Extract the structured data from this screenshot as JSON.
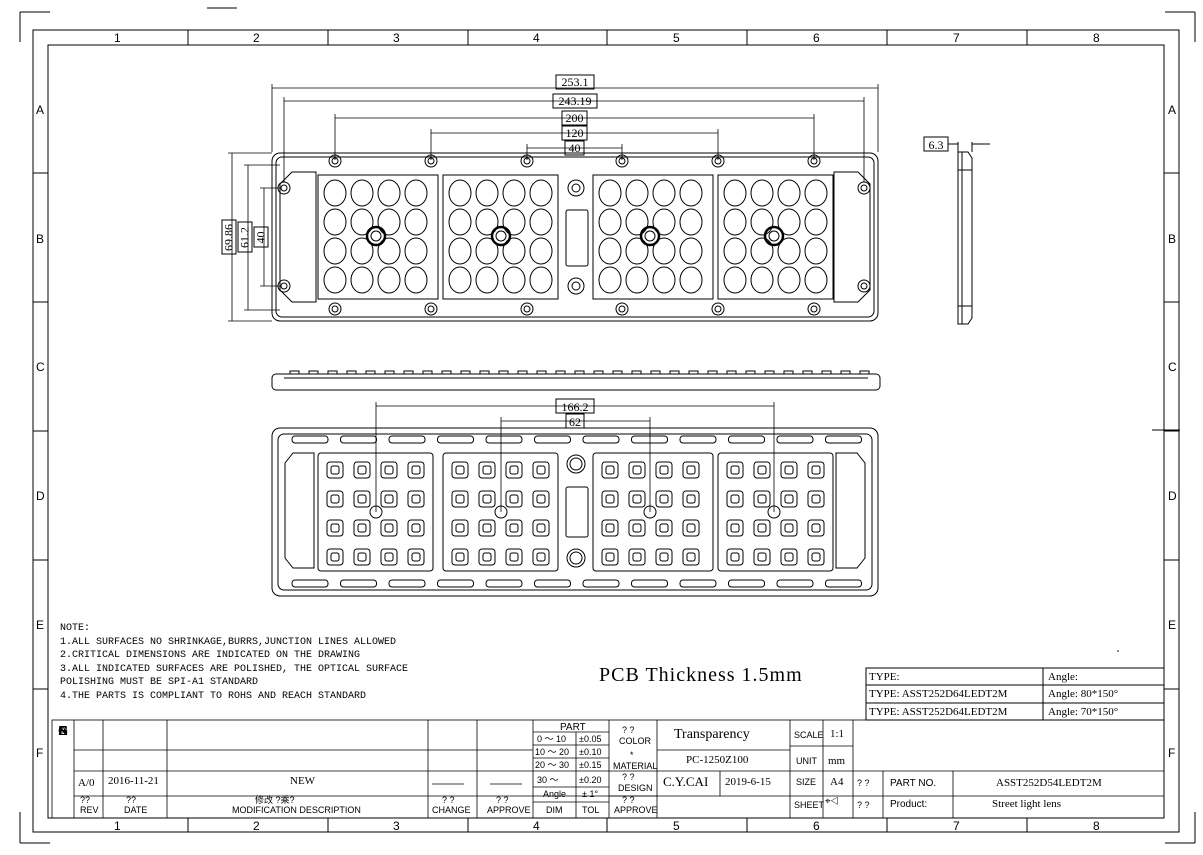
{
  "zones": {
    "columns": [
      "1",
      "2",
      "3",
      "4",
      "5",
      "6",
      "7",
      "8"
    ],
    "rows": [
      "A",
      "B",
      "C",
      "D",
      "E",
      "F"
    ]
  },
  "dimensions": {
    "overall_length": "253.1",
    "hole_span_outer": "243.19",
    "hole_span_200": "200",
    "hole_span_120": "120",
    "hole_span_40": "40",
    "overall_width": "69.86",
    "width_61": "61.2",
    "width_40": "40",
    "thickness": "6.3",
    "bottom_span": "166.2",
    "bottom_span_62": "62"
  },
  "notes": [
    "NOTE:",
    "1.ALL SURFACES NO SHRINKAGE,BURRS,JUNCTION LINES ALLOWED",
    "2.CRITICAL DIMENSIONS ARE INDICATED ON THE DRAWING",
    "3.ALL INDICATED SURFACES ARE POLISHED, THE OPTICAL SURFACE",
    "POLISHING MUST BE SPI-A1 STANDARD",
    "4.THE PARTS IS COMPLIANT TO ROHS AND REACH STANDARD"
  ],
  "pcb_thickness": "PCB Thickness 1.5mm",
  "type_table": {
    "header_type": "TYPE:",
    "header_angle": "Angle:",
    "rows": [
      {
        "type": "TYPE: ASST252D64LEDT2M",
        "angle": "Angle: 80*150°"
      },
      {
        "type": "TYPE: ASST252D64LEDT2M",
        "angle": "Angle: 70*150°"
      }
    ]
  },
  "title_block": {
    "change_letters": [
      "C",
      "H",
      "A",
      "N",
      "G",
      "E"
    ],
    "rev_value": "A/0",
    "date_value": "2016-11-21",
    "desc_value": "NEW",
    "qq": "??",
    "qq_spaced": "? ?",
    "rev_label": "REV",
    "date_label": "DATE",
    "mod_garble": "修改 ?乘?",
    "mod_label": "MODIFICATION DESCRIPTION",
    "change_label": "CHANGE",
    "approve_label": "APPROVE",
    "part_label": "PART",
    "tolerances": [
      {
        "range": "0 ～ 10",
        "tol": "±0.05"
      },
      {
        "range": "10 ～ 20",
        "tol": "±0.10"
      },
      {
        "range": "20 ～ 30",
        "tol": "±0.15"
      },
      {
        "range": "30 ～",
        "tol": "±0.20"
      }
    ],
    "angle_label": "Angle",
    "angle_tol": "± 1°",
    "dim_label": "DIM",
    "tol_label": "TOL",
    "color_label": "COLOR",
    "material_mark": "*",
    "material_label": "MATERIAL",
    "design_label": "DESIGN",
    "approve_label2": "APPROVE",
    "color_value": "Transparency",
    "material_value": "PC-1250Z100",
    "designer": "C.Y.CAI",
    "design_date": "2019-6-15",
    "scale_label": "SCALE",
    "scale_value": "1:1",
    "unit_label": "UNIT",
    "unit_value": "mm",
    "size_label": "SIZE",
    "size_value": "A4",
    "sheet_label": "SHEET",
    "part_no_label": "PART NO.",
    "part_no_value": "ASST252D54LEDT2M",
    "product_label": "Product:",
    "product_value": "Street light lens"
  }
}
